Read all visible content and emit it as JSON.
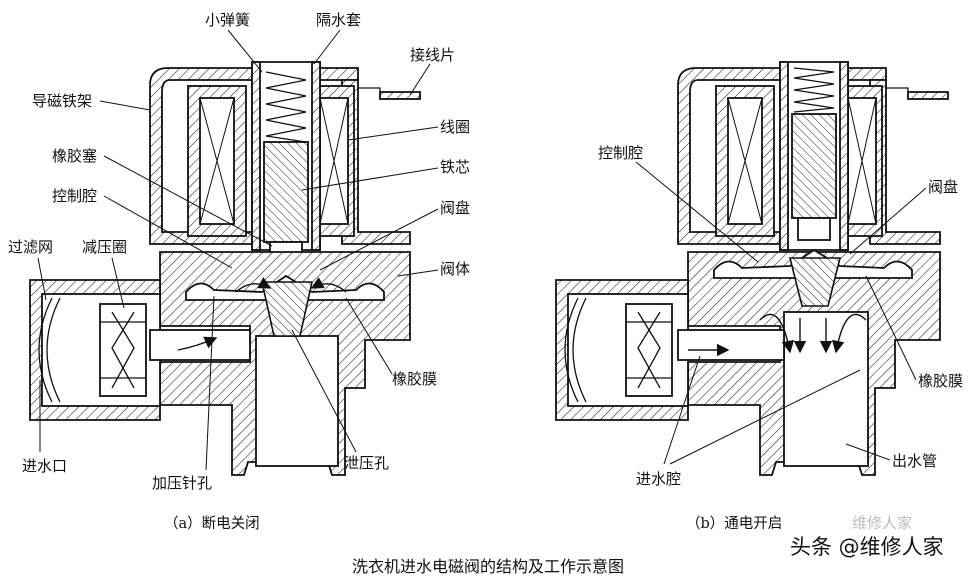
{
  "diagram": {
    "left_labels": {
      "small_spring": "小弹簧",
      "isolation_sleeve": "隔水套",
      "terminal": "接线片",
      "yoke": "导磁铁架",
      "coil": "线圈",
      "rubber_plug": "橡胶塞",
      "iron_core": "铁芯",
      "control_chamber": "控制腔",
      "valve_disc": "阀盘",
      "filter": "过滤网",
      "pressure_ring": "减压圈",
      "valve_body": "阀体",
      "rubber_diaphragm": "橡胶膜",
      "inlet": "进水口",
      "pressure_pin_hole": "加压针孔",
      "relief_hole": "泄压孔"
    },
    "right_labels": {
      "control_chamber": "控制腔",
      "valve_disc": "阀盘",
      "rubber_diaphragm": "橡胶膜",
      "inlet_chamber": "进水腔",
      "outlet_pipe": "出水管"
    },
    "caption_a": "（a）断电关闭",
    "caption_b": "（b）通电开启",
    "figure_title": "洗衣机进水电磁阀的结构及工作示意图",
    "watermark_main": "头条 @维修人家",
    "watermark_faint": "维修人家"
  }
}
